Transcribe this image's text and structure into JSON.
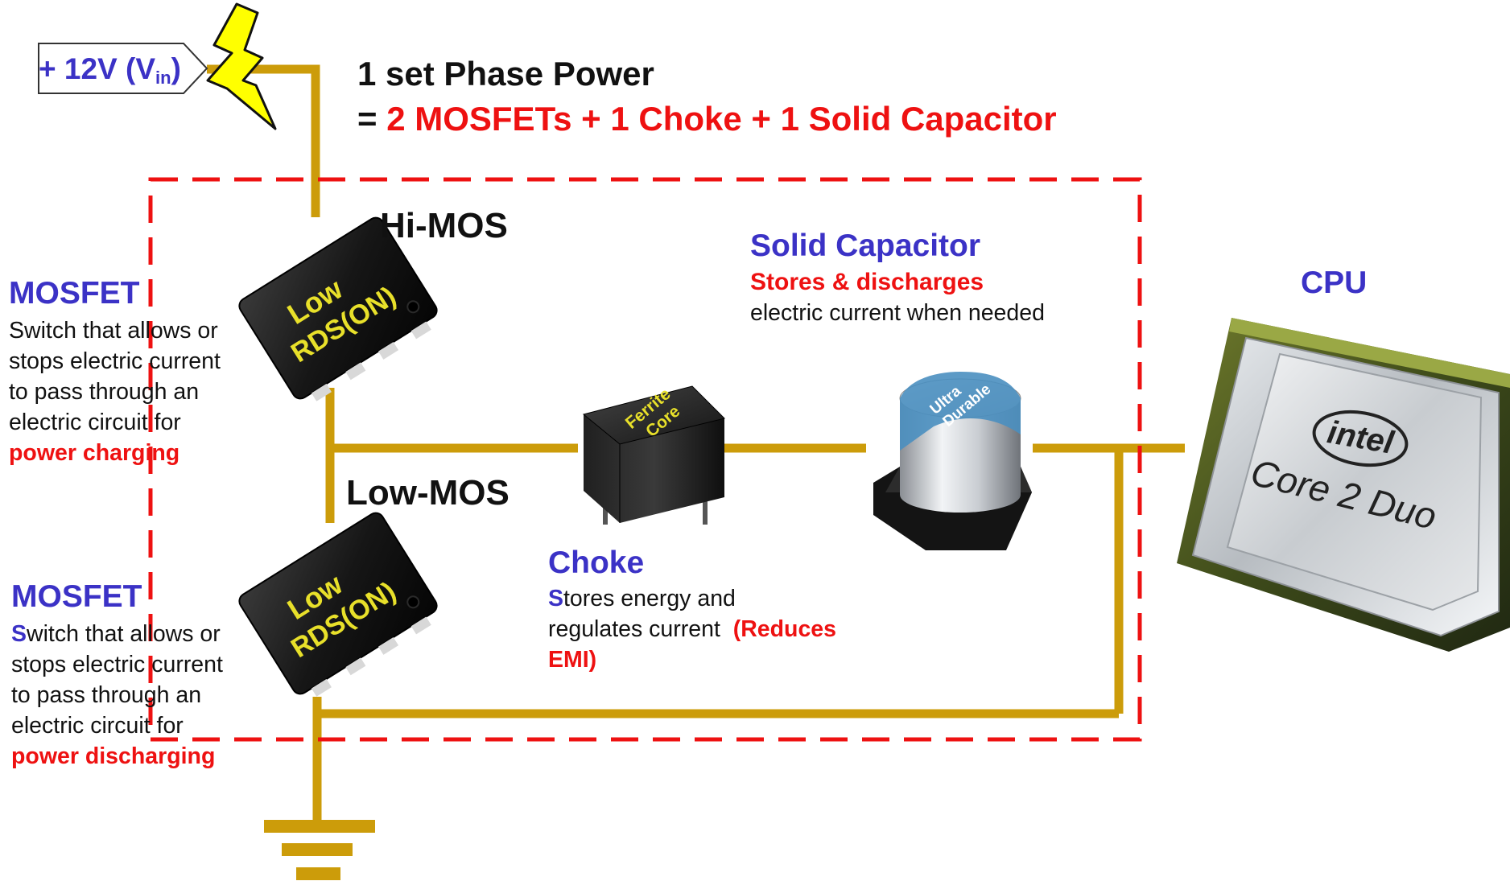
{
  "header": {
    "title": "1 set Phase Power",
    "formula_prefix": "= ",
    "formula_highlight": "2 MOSFETs + 1 Choke + 1 Solid Capacitor"
  },
  "input": {
    "voltage": "+ 12V (V",
    "voltage_sub": "in",
    "voltage_close": ")"
  },
  "components": {
    "hi_mos_label": "Hi-MOS",
    "low_mos_label": "Low-MOS",
    "mosfet_chip_text_line1": "Low",
    "mosfet_chip_text_line2": "RDS(ON)",
    "choke_chip_text_line1": "Ferrite",
    "choke_chip_text_line2": "Core",
    "capacitor_band_text_line1": "Ultra",
    "capacitor_band_text_line2": "Durable",
    "cpu_brand": "intel",
    "cpu_model": "Core 2 Duo"
  },
  "mosfet_top": {
    "title": "MOSFET",
    "desc_lines": [
      "Switch that allows or",
      "stops electric current",
      "to pass through an",
      "electric circuit for"
    ],
    "emphasis": "power charging"
  },
  "mosfet_bottom": {
    "title": "MOSFET",
    "first_letter": "S",
    "desc_first_rest": "witch that allows or",
    "desc_lines": [
      "stops electric current",
      "to pass through an",
      "electric circuit for"
    ],
    "emphasis": "power discharging"
  },
  "solid_capacitor": {
    "title": "Solid Capacitor",
    "emphasis": "Stores & discharges",
    "desc": "electric current when needed"
  },
  "choke": {
    "title": "Choke",
    "first_letter": "S",
    "desc_first_rest": "tores energy and",
    "desc_second": "regulates current  ",
    "emphasis_a": "(Reduces",
    "emphasis_b": "EMI)"
  },
  "cpu": {
    "label": "CPU"
  },
  "colors": {
    "wire": "#cc9c0a",
    "dashed_box": "#ee1111",
    "label_blue": "#3b32c6",
    "emphasis_red": "#ee1111",
    "bolt_yellow": "#ffff00"
  }
}
